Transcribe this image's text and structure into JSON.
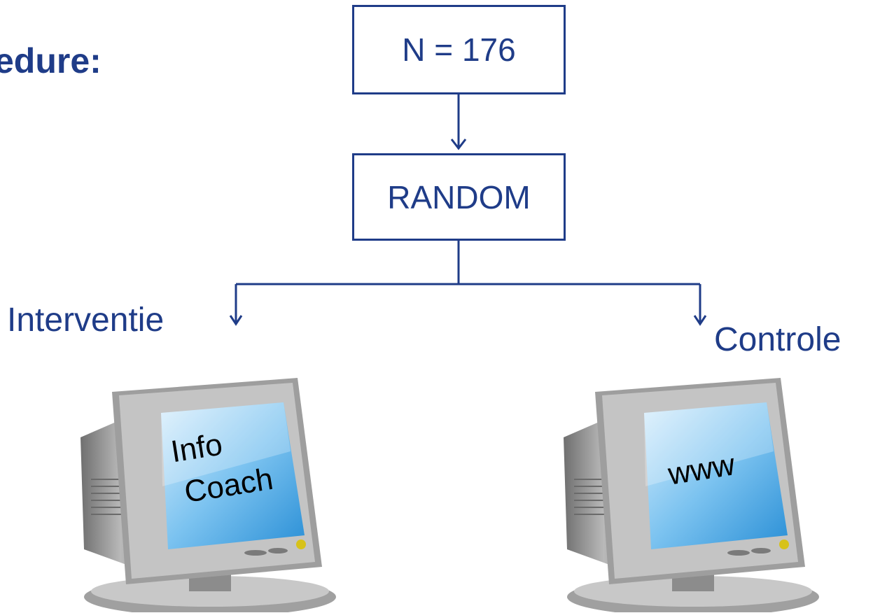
{
  "title": "edure:",
  "boxes": {
    "top": "N = 176",
    "middle": "RANDOM"
  },
  "branches": {
    "left": "Interventie",
    "right": "Controle"
  },
  "screens": {
    "left_line1": "Info",
    "left_line2": "Coach",
    "right": "www"
  },
  "colors": {
    "diagram": "#1f3c88",
    "screen": "#3aa7e8",
    "monitor_body": "#9a9a9a"
  },
  "icons": [
    "computer-monitor-icon",
    "computer-monitor-icon"
  ]
}
